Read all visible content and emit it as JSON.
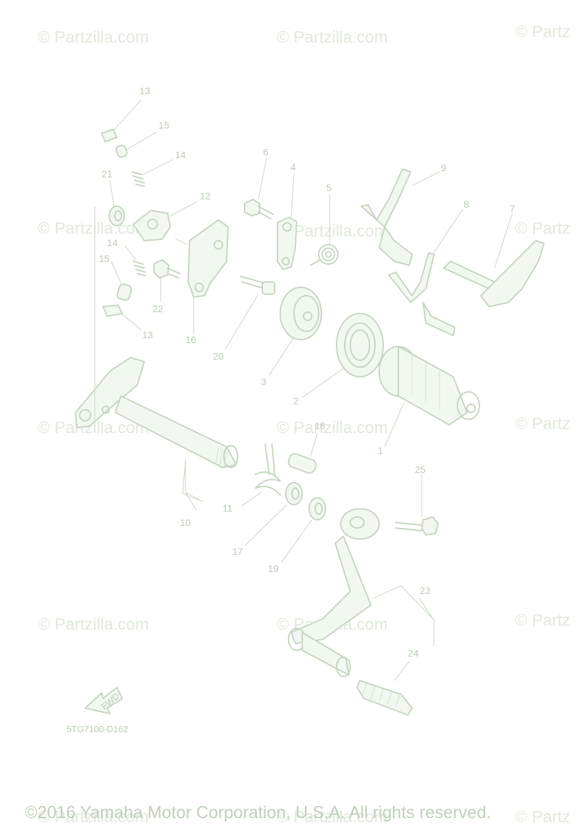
{
  "watermark": "© Partzilla.com",
  "watermark_partial": "© Partz",
  "callouts": [
    "1",
    "2",
    "3",
    "4",
    "5",
    "6",
    "7",
    "8",
    "9",
    "10",
    "11",
    "12",
    "13",
    "13",
    "14",
    "14",
    "15",
    "15",
    "16",
    "17",
    "18",
    "19",
    "20",
    "21",
    "22",
    "23",
    "24",
    "25"
  ],
  "fwd_label": "FWD",
  "diagram_code": "5TG7100-D162",
  "copyright": "©2016 Yamaha Motor Corporation, U.S.A. All rights reserved.",
  "colors": {
    "line": "#c6d6c2",
    "text": "#b9ccb5",
    "watermark": "#dfe9dc"
  }
}
